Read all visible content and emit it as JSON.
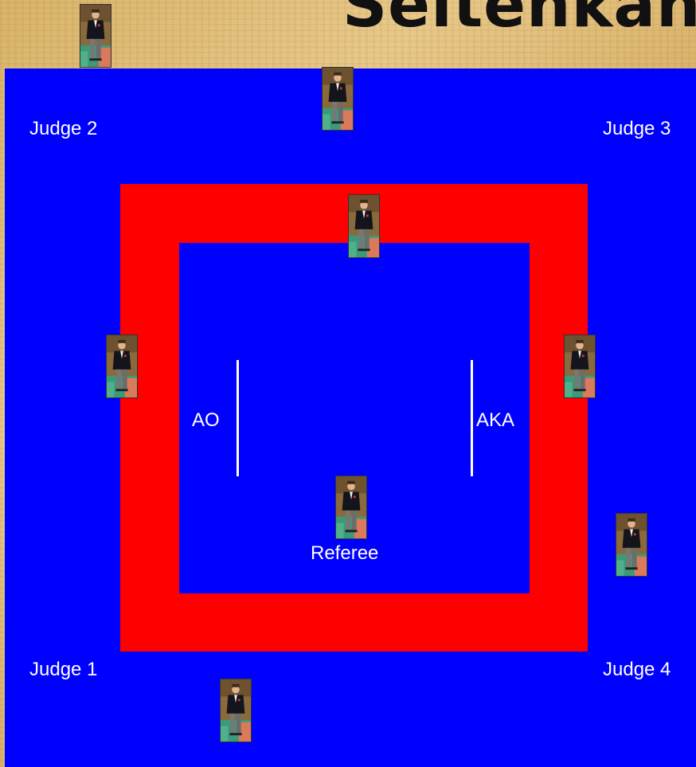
{
  "title": "Seitenkan",
  "labels": {
    "judge_2": "Judge 2",
    "judge_3": "Judge 3",
    "judge_1": "Judge 1",
    "judge_4": "Judge 4",
    "ao": "AO",
    "aka": "AKA",
    "referee": "Referee"
  },
  "colors": {
    "outer_mat": "#0000ff",
    "red_zone": "#ff0000",
    "inner_mat": "#0000ff",
    "lines": "#ffffff",
    "background": "#dbb56b"
  },
  "icons": {
    "person": "person-photo-icon"
  }
}
